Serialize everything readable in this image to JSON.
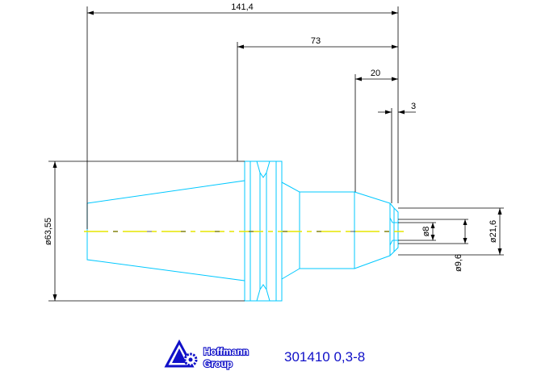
{
  "dimensions": {
    "overall_length": "141,4",
    "flange_to_nose": "73",
    "nose_length": "20",
    "tip_length": "3",
    "taper_diameter": "ø63,55",
    "bore_diameter": "ø8",
    "tip_diameter": "ø9,6",
    "nose_diameter": "ø21,6"
  },
  "logo": {
    "line1": "Hoffmann",
    "line2": "Group"
  },
  "part_number": "301410 0,3-8",
  "colors": {
    "part": "#00c8ff",
    "centerline": "#e6e600",
    "dimension": "#000000",
    "brand": "#1010c8"
  }
}
